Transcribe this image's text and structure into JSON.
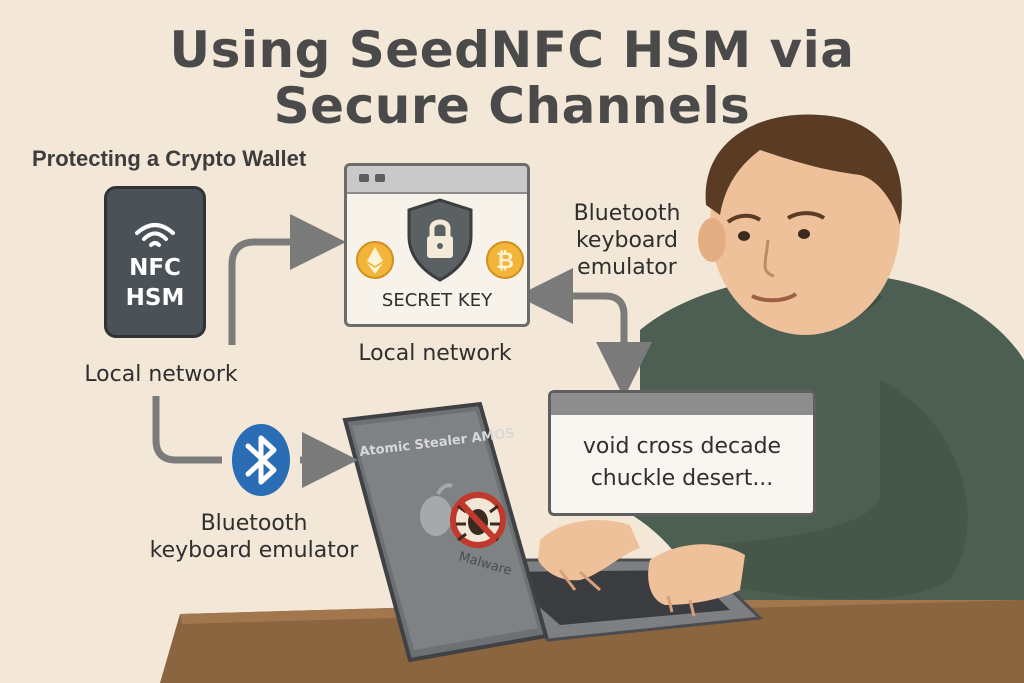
{
  "title": {
    "line1": "Using SeedNFC HSM via",
    "line2": "Secure Channels"
  },
  "subtitle": "Protecting a Crypto Wallet",
  "hsm": {
    "line1": "NFC",
    "line2": "HSM"
  },
  "labels": {
    "local_network_left": "Local network",
    "local_network_center": "Local network",
    "bt_right_1": "Bluetooth",
    "bt_right_2": "keyboard",
    "bt_right_3": "emulator",
    "bt_bottom_1": "Bluetooth",
    "bt_bottom_2": "keyboard emulator"
  },
  "wallet_window": {
    "key_label": "SECRET KEY"
  },
  "seed_popup": {
    "line1": "void cross decade",
    "line2": "chuckle desert..."
  },
  "laptop": {
    "malware_title": "Atomic Stealer AMOS",
    "malware_label": "Malware"
  },
  "icons": [
    "nfc-icon",
    "shield-lock-icon",
    "ethereum-icon",
    "bitcoin-icon",
    "bluetooth-icon",
    "apple-icon",
    "bug-icon"
  ],
  "colors": {
    "background": "#f3e8d8",
    "card": "#4b5257",
    "arrow": "#7b7b7b",
    "bluetooth": "#2a6db5",
    "coin": "#f2b53a",
    "sweater": "#4d5e53"
  }
}
